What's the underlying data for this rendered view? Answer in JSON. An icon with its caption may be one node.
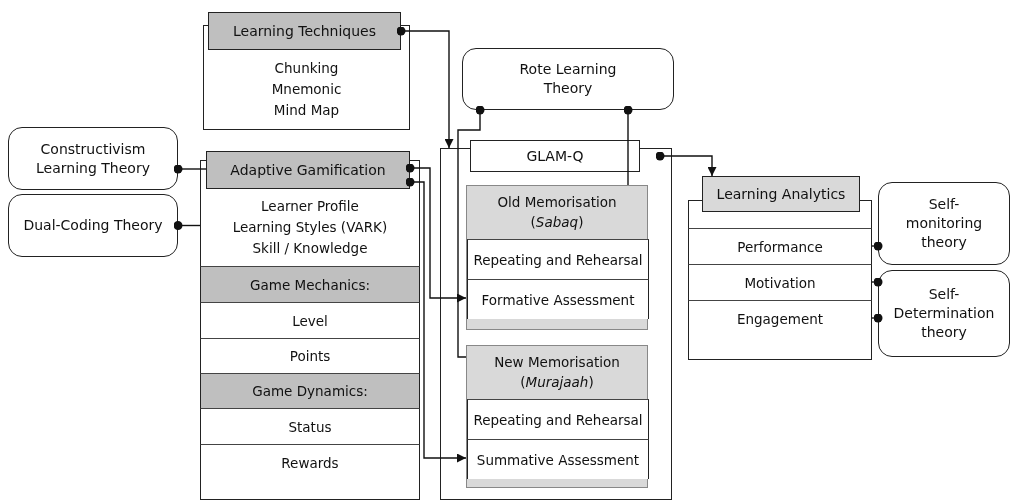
{
  "diagram": {
    "nodes": [
      {
        "text": [
          "Learning Techniques",
          "Chunking",
          "Mnemonic",
          "Mind Map"
        ]
      },
      {
        "text": [
          "Rote Learning Theory"
        ]
      },
      {
        "text": [
          "Constructivism Learning Theory"
        ]
      },
      {
        "text": [
          "Dual-Coding Theory"
        ]
      },
      {
        "text": [
          "Adaptive Gamification"
        ]
      },
      {
        "text": [
          "Learner Profile",
          "Learning Styles (VARK)",
          "Skill / Knowledge"
        ],
        "in": 4
      },
      {
        "text": [
          "Game Mechanics:"
        ],
        "in": 4
      },
      {
        "text": [
          "Level"
        ],
        "in": 4
      },
      {
        "text": [
          "Points"
        ],
        "in": 4
      },
      {
        "text": [
          "Game Dynamics:"
        ],
        "in": 4
      },
      {
        "text": [
          "Status"
        ],
        "in": 4
      },
      {
        "text": [
          "Rewards"
        ],
        "in": 4
      },
      {
        "text": [
          "GLAM-Q"
        ]
      },
      {
        "text": [
          "Old Memorisation (*Sabaq*)"
        ],
        "in": 12
      },
      {
        "text": [
          "Repeating and Rehearsal"
        ],
        "in": 13
      },
      {
        "text": [
          "Formative Assessment"
        ],
        "in": 13
      },
      {
        "text": [
          "New Memorisation (*Murajaah*)"
        ],
        "in": 12
      },
      {
        "text": [
          "Repeating and Rehearsal"
        ],
        "in": 16
      },
      {
        "text": [
          "Summative Assessment"
        ],
        "in": 16
      },
      {
        "text": [
          "Learning Analytics"
        ]
      },
      {
        "text": [
          "Performance"
        ],
        "in": 19
      },
      {
        "text": [
          "Motivation"
        ],
        "in": 19
      },
      {
        "text": [
          "Engagement"
        ],
        "in": 19
      },
      {
        "text": [
          "Self-monitoring theory"
        ]
      },
      {
        "text": [
          "Self-Determination theory"
        ]
      }
    ],
    "edges": [
      {
        "from": 0,
        "to": 12,
        "arrow": "to"
      },
      {
        "from": 13,
        "to": 1,
        "arrow": "other"
      },
      {
        "from": 16,
        "to": 1,
        "arrow": "other"
      },
      {
        "from": 4,
        "to": 2,
        "arrow": "other"
      },
      {
        "from": 5,
        "to": 3,
        "arrow": "other"
      },
      {
        "from": 4,
        "to": 15,
        "arrow": "to"
      },
      {
        "from": 4,
        "to": 18,
        "arrow": "to"
      },
      {
        "from": 12,
        "to": 19,
        "arrow": "to"
      },
      {
        "from": 20,
        "to": 23,
        "arrow": "other"
      },
      {
        "from": 21,
        "to": 24,
        "arrow": "other"
      },
      {
        "from": 22,
        "to": 24,
        "arrow": "other"
      }
    ]
  }
}
